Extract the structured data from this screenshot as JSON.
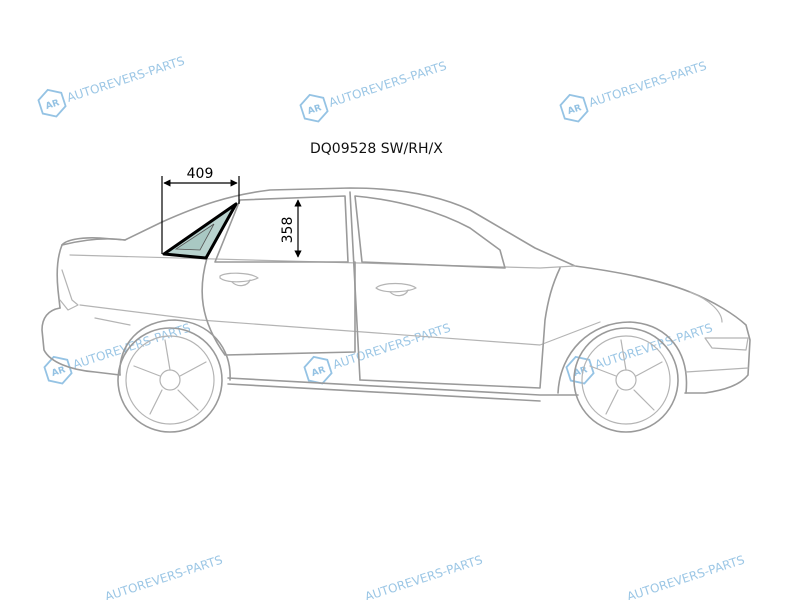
{
  "part_code": "DQ09528 SW/RH/X",
  "dimensions": {
    "width": "409",
    "height": "358"
  },
  "watermark": {
    "text": "AUTOREVERS-PARTS",
    "logo": "AR",
    "color": "#7ab4dd"
  },
  "glass_fill_color": "#b9d3cf"
}
